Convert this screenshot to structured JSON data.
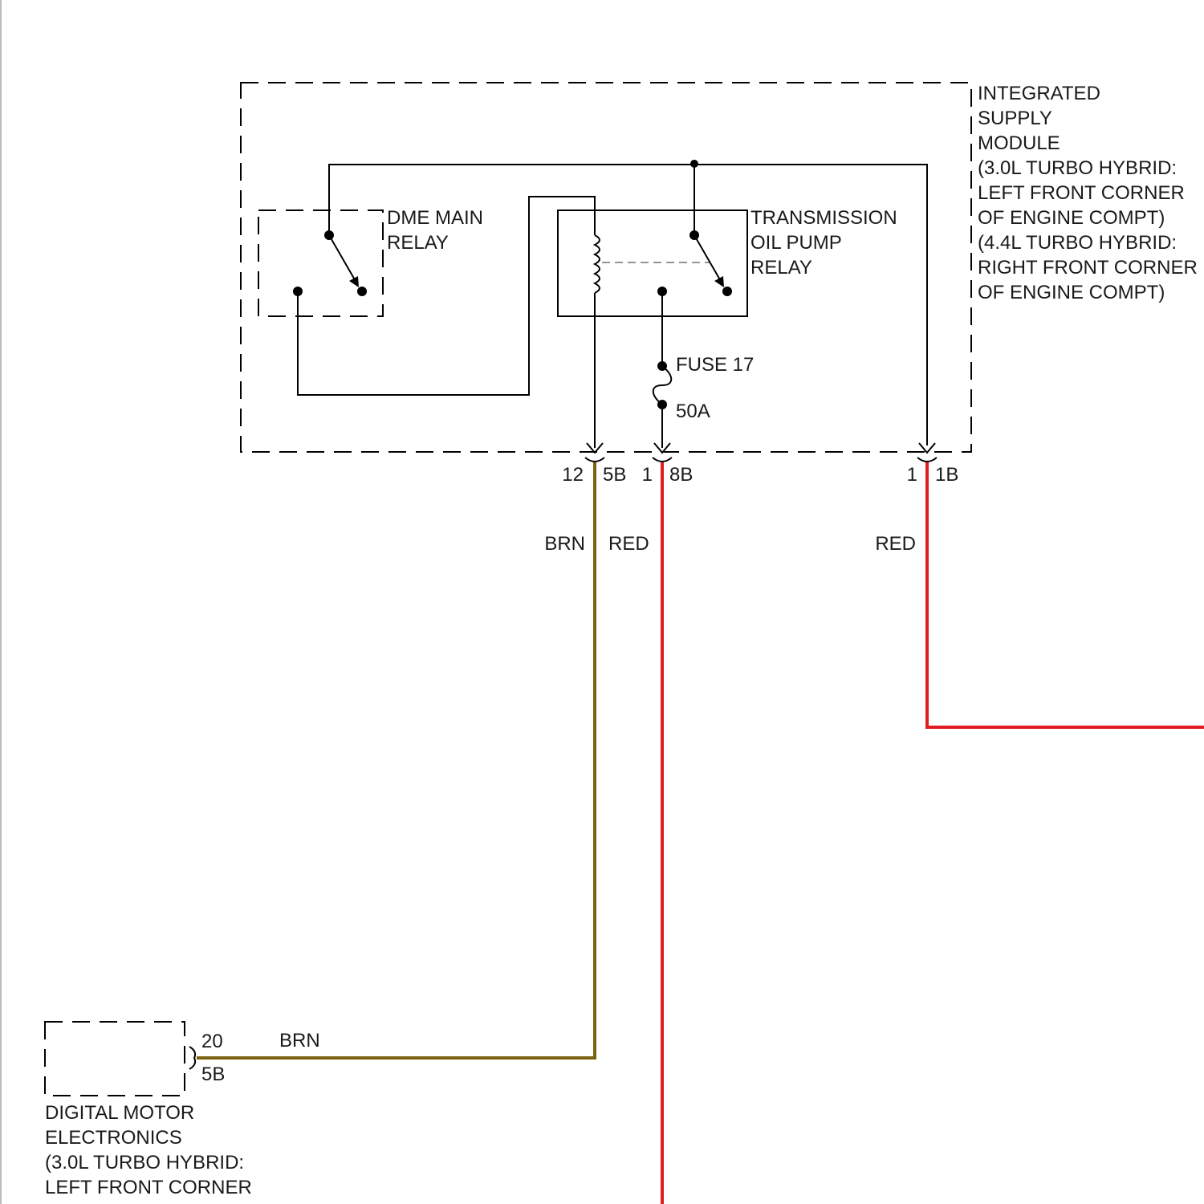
{
  "colors": {
    "brn": "#7a6210",
    "red": "#e11b22",
    "black": "#000000"
  },
  "modules": {
    "integrated_supply": {
      "lines": [
        "INTEGRATED",
        "SUPPLY",
        "MODULE",
        "(3.0L TURBO HYBRID:",
        "LEFT FRONT CORNER",
        "OF ENGINE COMPT)",
        "(4.4L TURBO HYBRID:",
        "RIGHT FRONT CORNER",
        "OF ENGINE COMPT)"
      ]
    },
    "dme_relay": {
      "lines": [
        "DME MAIN",
        "RELAY"
      ]
    },
    "pump_relay": {
      "lines": [
        "TRANSMISSION",
        "OIL PUMP",
        "RELAY"
      ]
    },
    "fuse": {
      "name": "FUSE 17",
      "rating": "50A"
    },
    "dme": {
      "lines": [
        "DIGITAL MOTOR",
        "ELECTRONICS",
        "(3.0L TURBO HYBRID:",
        "LEFT FRONT CORNER"
      ]
    }
  },
  "connectors": {
    "c1": {
      "pin": "12",
      "conn": "5B"
    },
    "c2": {
      "pin": "1",
      "conn": "8B"
    },
    "c3": {
      "pin": "1",
      "conn": "1B"
    },
    "c4": {
      "pin": "20",
      "conn": "5B"
    }
  },
  "wires": {
    "brn_vertical": "BRN",
    "red_mid": "RED",
    "red_right": "RED",
    "brn_horizontal": "BRN"
  }
}
